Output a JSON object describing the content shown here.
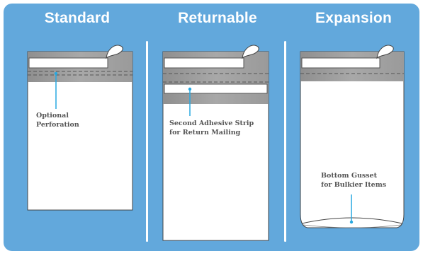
{
  "columns": [
    {
      "title": "Standard"
    },
    {
      "title": "Returnable"
    },
    {
      "title": "Expansion"
    }
  ],
  "callouts": {
    "standard": [
      "Optional",
      "Perforation"
    ],
    "returnable": [
      "Second Adhesive Strip",
      "for Return Mailing"
    ],
    "expansion": [
      "Bottom Gusset",
      "for Bulkier Items"
    ]
  },
  "colors": {
    "background": "#62a8dc",
    "bag": "#ffffff",
    "strip": "#9e9e9e",
    "callout_line": "#29a8e0"
  }
}
